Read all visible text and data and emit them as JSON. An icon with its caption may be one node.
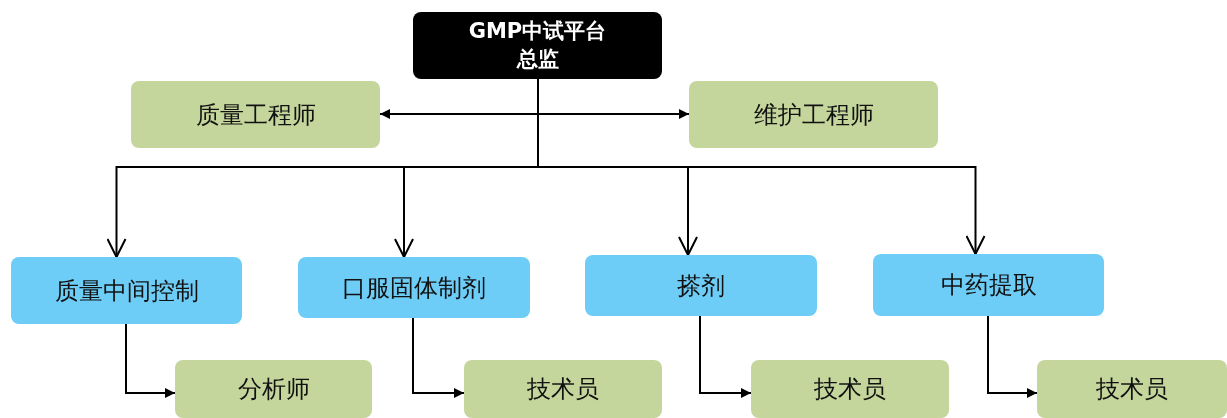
{
  "diagram": {
    "nodes": [
      {
        "text": [
          "GMP中试平台总监"
        ]
      },
      {
        "text": [
          "质量工程师"
        ]
      },
      {
        "text": [
          "维护工程师"
        ]
      },
      {
        "text": [
          "质量中间控制"
        ]
      },
      {
        "text": [
          "口服固体制剂"
        ]
      },
      {
        "text": [
          "搽剂"
        ]
      },
      {
        "text": [
          "中药提取"
        ]
      },
      {
        "text": [
          "分析师"
        ]
      },
      {
        "text": [
          "技术员"
        ]
      },
      {
        "text": [
          "技术员"
        ]
      },
      {
        "text": [
          "技术员"
        ]
      }
    ],
    "edges": [
      {
        "from": 0,
        "to": 1,
        "arrow": "to"
      },
      {
        "from": 0,
        "to": 2,
        "arrow": "to"
      },
      {
        "from": 0,
        "to": 3,
        "arrow": "to"
      },
      {
        "from": 0,
        "to": 4,
        "arrow": "to"
      },
      {
        "from": 0,
        "to": 5,
        "arrow": "to"
      },
      {
        "from": 0,
        "to": 6,
        "arrow": "to"
      },
      {
        "from": 3,
        "to": 7,
        "arrow": "to"
      },
      {
        "from": 4,
        "to": 8,
        "arrow": "to"
      },
      {
        "from": 5,
        "to": 9,
        "arrow": "to"
      },
      {
        "from": 6,
        "to": 10,
        "arrow": "to"
      }
    ]
  }
}
